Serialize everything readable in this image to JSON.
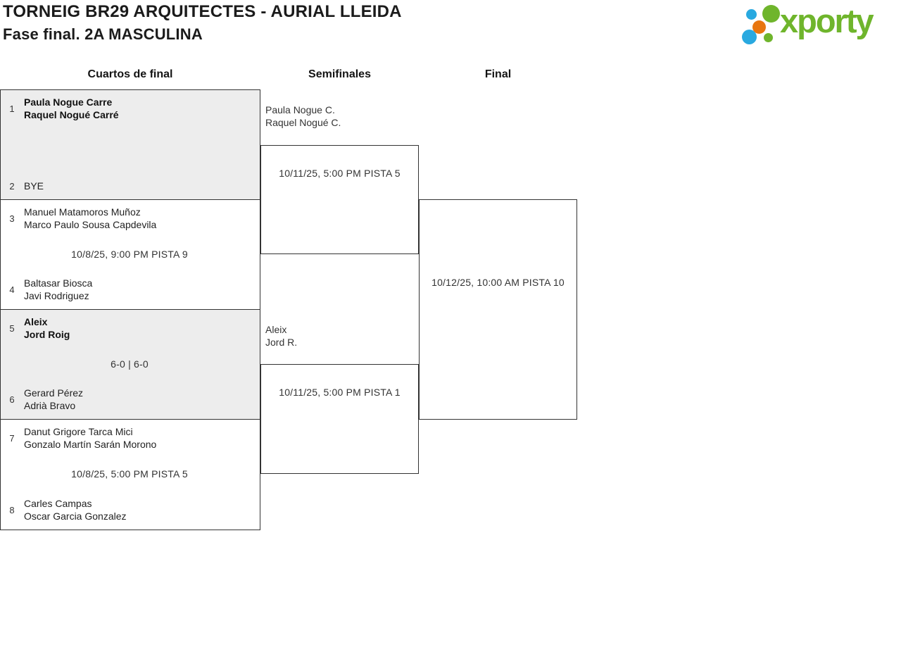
{
  "header": {
    "title_line1": "TORNEIG BR29 ARQUITECTES - AURIAL LLEIDA",
    "title_line2": "Fase final. 2A MASCULINA",
    "logo_text": "xporty",
    "logo_colors": {
      "green": "#6fb52c",
      "blue": "#29a9e0",
      "orange": "#e8760f"
    }
  },
  "rounds": [
    {
      "label": "Cuartos de final"
    },
    {
      "label": "Semifinales"
    },
    {
      "label": "Final"
    }
  ],
  "quarterfinals": [
    {
      "seed_top": "1",
      "team_top": [
        "Paula Nogue Carre",
        "Raquel Nogué Carré"
      ],
      "info": "",
      "seed_bottom": "2",
      "team_bottom": [
        "BYE"
      ]
    },
    {
      "seed_top": "3",
      "team_top": [
        "Manuel Matamoros Muñoz",
        "Marco Paulo Sousa Capdevila"
      ],
      "info": "10/8/25, 9:00 PM PISTA 9",
      "seed_bottom": "4",
      "team_bottom": [
        "Baltasar Biosca",
        "Javi Rodriguez"
      ]
    },
    {
      "seed_top": "5",
      "team_top": [
        "Aleix",
        "Jord Roig"
      ],
      "info": "6-0 | 6-0",
      "seed_bottom": "6",
      "team_bottom": [
        "Gerard Pérez",
        "Adrià Bravo"
      ]
    },
    {
      "seed_top": "7",
      "team_top": [
        "Danut Grigore Tarca Mici",
        "Gonzalo Martín Sarán Morono"
      ],
      "info": "10/8/25, 5:00 PM PISTA 5",
      "seed_bottom": "8",
      "team_bottom": [
        "Carles Campas",
        "Oscar Garcia Gonzalez"
      ]
    }
  ],
  "semifinals": [
    {
      "team": [
        "Paula Nogue C.",
        "Raquel Nogué C."
      ],
      "info": "10/11/25, 5:00 PM PISTA 5"
    },
    {
      "team": [
        "Aleix",
        "Jord R."
      ],
      "info": "10/11/25, 5:00 PM PISTA 1"
    }
  ],
  "final": {
    "info": "10/12/25, 10:00 AM PISTA 10"
  }
}
